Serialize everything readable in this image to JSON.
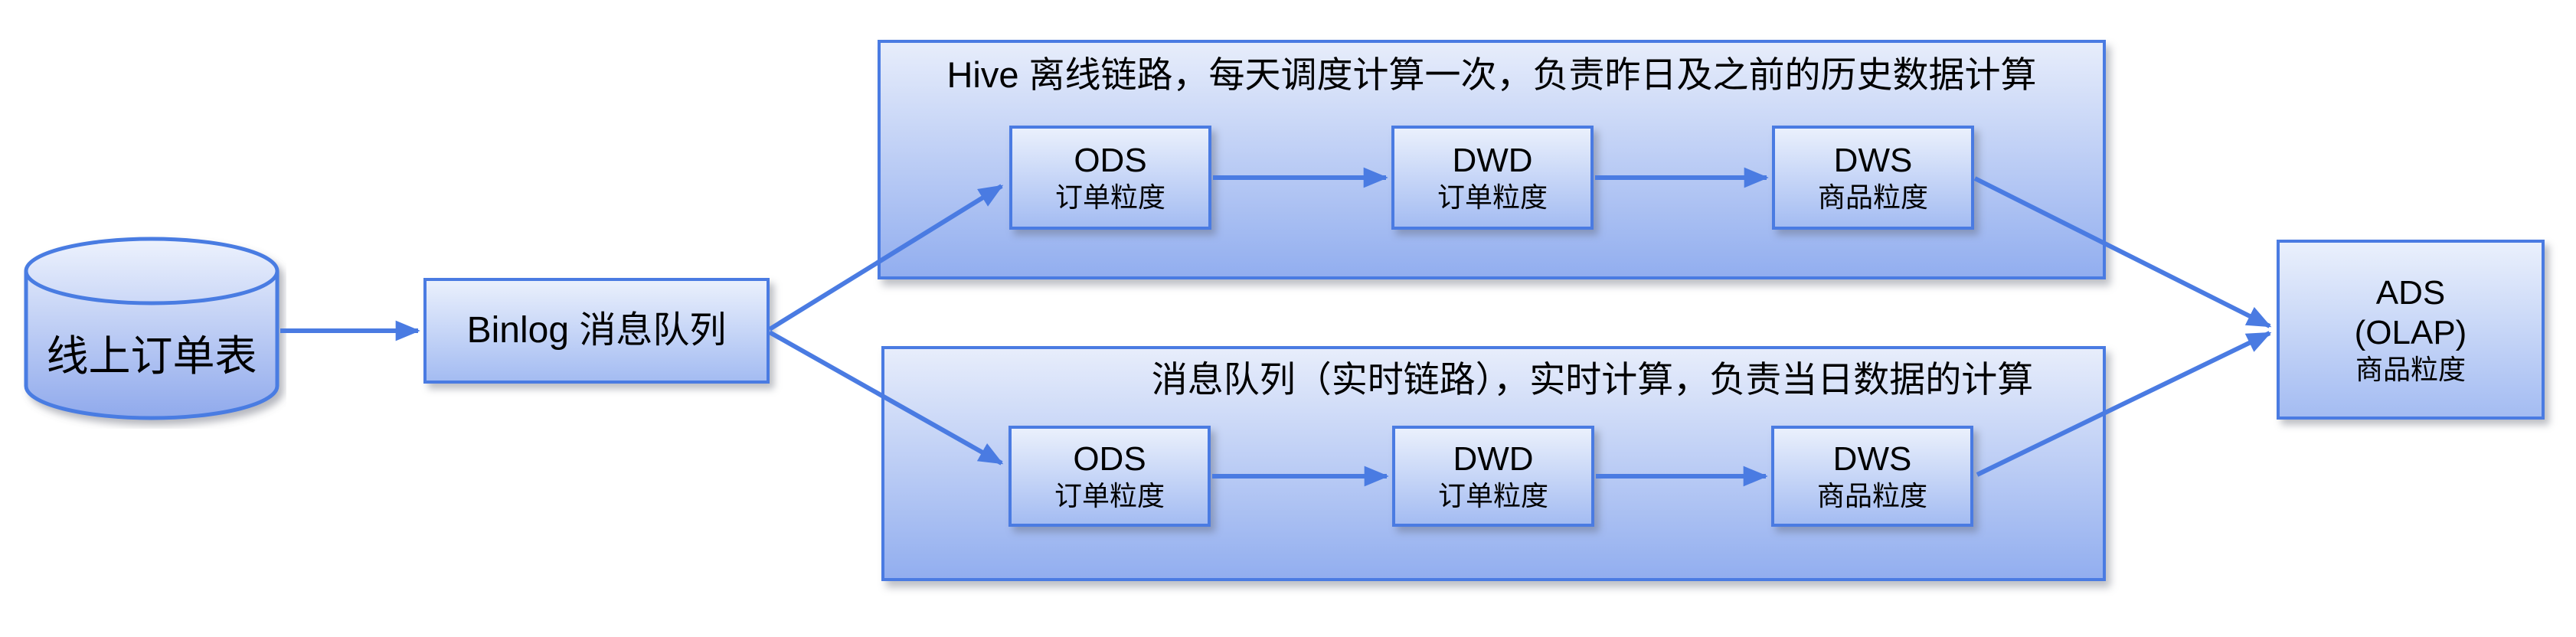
{
  "source_table": {
    "label": "线上订单表"
  },
  "binlog_queue": {
    "label": "Binlog 消息队列"
  },
  "offline_chain": {
    "title": "Hive 离线链路，每天调度计算一次，负责昨日及之前的历史数据计算",
    "nodes": [
      {
        "name": "ODS",
        "granularity": "订单粒度"
      },
      {
        "name": "DWD",
        "granularity": "订单粒度"
      },
      {
        "name": "DWS",
        "granularity": "商品粒度"
      }
    ]
  },
  "realtime_chain": {
    "title": "消息队列（实时链路），实时计算，负责当日数据的计算",
    "nodes": [
      {
        "name": "ODS",
        "granularity": "订单粒度"
      },
      {
        "name": "DWD",
        "granularity": "订单粒度"
      },
      {
        "name": "DWS",
        "granularity": "商品粒度"
      }
    ]
  },
  "ads": {
    "name": "ADS",
    "engine": "(OLAP)",
    "granularity": "商品粒度"
  },
  "colors": {
    "shape_border": "#4A7BE2",
    "shape_fill_top": "#EAF0FC",
    "shape_fill_bottom": "#92AEEF",
    "arrow": "#4A7BE2",
    "text": "#000000",
    "background": "#FFFFFF"
  }
}
